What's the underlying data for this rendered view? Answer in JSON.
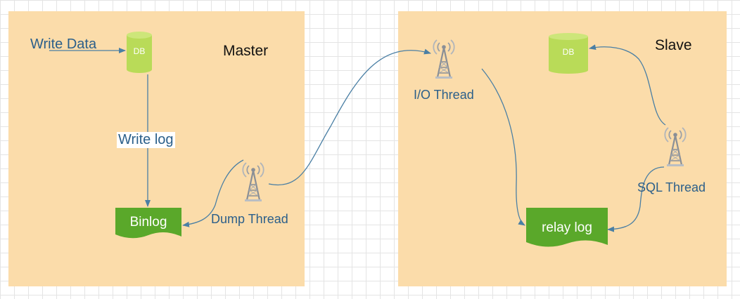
{
  "master": {
    "title": "Master",
    "write_data_label": "Write Data",
    "db_label": "DB",
    "write_log_label": "Write log",
    "binlog_label": "Binlog",
    "dump_thread_label": "Dump Thread"
  },
  "slave": {
    "title": "Slave",
    "db_label": "DB",
    "io_thread_label": "I/O Thread",
    "sql_thread_label": "SQL Thread",
    "relay_log_label": "relay log"
  },
  "colors": {
    "panel_fill": "#fbdcaa",
    "db_fill": "#b9db58",
    "log_fill": "#5aa82a",
    "arrow": "#4a7fa4",
    "label_text": "#2b5f8a"
  },
  "icons": {
    "thread": "radio-tower-icon"
  }
}
